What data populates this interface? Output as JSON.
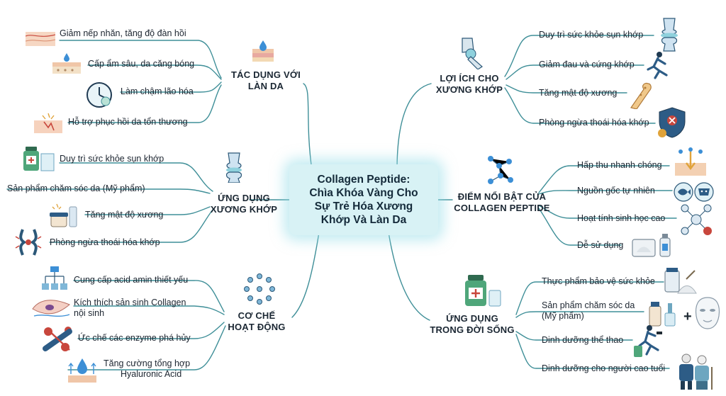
{
  "center": {
    "line1": "Collagen Peptide:",
    "line2": "Chìa Khóa Vàng Cho",
    "line3": "Sự Trẻ Hóa Xương",
    "line4": "Khớp Và Làn Da"
  },
  "branches": {
    "skin_effects": {
      "title1": "TÁC DỤNG VỚI",
      "title2": "LÀN DA",
      "items": [
        "Giảm nếp nhăn, tăng độ đàn hồi",
        "Cấp ẩm sâu, da căng bóng",
        "Làm chậm lão hóa",
        "Hỗ trợ phục hồi da tổn thương"
      ]
    },
    "joint_applications": {
      "title1": "ỨNG DỤNG",
      "title2": "XƯƠNG KHỚP",
      "items": [
        "Duy trì sức khỏe sụn khớp",
        "Sản phẩm chăm sóc da (Mỹ phẩm)",
        "Tăng mật độ xương",
        "Phòng ngừa thoái hóa khớp"
      ]
    },
    "mechanism": {
      "title1": "CƠ CHẾ",
      "title2": "HOẠT ĐỘNG",
      "items": [
        "Cung cấp acid amin thiết yếu",
        "Kích thích sản sinh Collagen",
        "nội sinh",
        "Ức chế các enzyme phá hủy",
        "Tăng cường tổng hợp",
        "Hyaluronic Acid"
      ]
    },
    "joint_benefits": {
      "title1": "LỢI ÍCH CHO",
      "title2": "XƯƠNG KHỚP",
      "items": [
        "Duy trì sức khỏe sụn khớp",
        "Giảm đau và cứng khớp",
        "Tăng mật độ xương",
        "Phòng ngừa thoái hóa khớp"
      ]
    },
    "highlights": {
      "title1": "ĐIỂM NỔI BẬT CỦA",
      "title2": "COLLAGEN PEPTIDE",
      "items": [
        "Hấp thu nhanh chóng",
        "Nguồn gốc tự nhiên",
        "Hoạt tính sinh học cao",
        "Dễ sử dụng"
      ]
    },
    "daily_life": {
      "title1": "ỨNG DỤNG",
      "title2": "TRONG ĐỜI SỐNG",
      "items": [
        "Thực phẩm bảo vệ sức khỏe",
        "Sản phẩm chăm sóc da",
        "(Mỹ phẩm)",
        "Dinh dưỡng thể thao",
        "Dinh dưỡng cho người cao tuổi"
      ]
    }
  },
  "symbols": {
    "plus": "+"
  },
  "colors": {
    "line": "#3f8f98",
    "center_fill": "#d8f2f5",
    "glow": "#96dce8",
    "accent_blue": "#3c8fd6",
    "accent_red": "#c8463c"
  }
}
